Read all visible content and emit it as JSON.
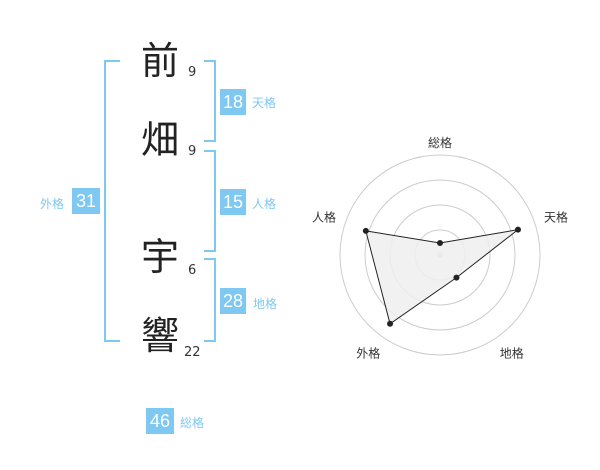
{
  "name": {
    "characters": [
      {
        "char": "前",
        "strokes": "9"
      },
      {
        "char": "畑",
        "strokes": "9"
      },
      {
        "char": "宇",
        "strokes": "6"
      },
      {
        "char": "響",
        "strokes": "22"
      }
    ]
  },
  "fortunes": {
    "tenkaku": {
      "value": "18",
      "label": "天格"
    },
    "jinkaku": {
      "value": "15",
      "label": "人格"
    },
    "chikaku": {
      "value": "28",
      "label": "地格"
    },
    "gaikaku": {
      "value": "31",
      "label": "外格"
    },
    "soukaku": {
      "value": "46",
      "label": "総格"
    }
  },
  "chart_data": {
    "type": "radar",
    "axes": [
      "総格",
      "天格",
      "地格",
      "外格",
      "人格"
    ],
    "values": [
      0.12,
      0.82,
      0.28,
      0.85,
      0.78
    ],
    "range": [
      0,
      1
    ],
    "rings": 4,
    "colors": {
      "fill": "#eeeeee",
      "line": "#222222",
      "grid": "#cccccc",
      "accent": "#7ec8f2"
    }
  }
}
